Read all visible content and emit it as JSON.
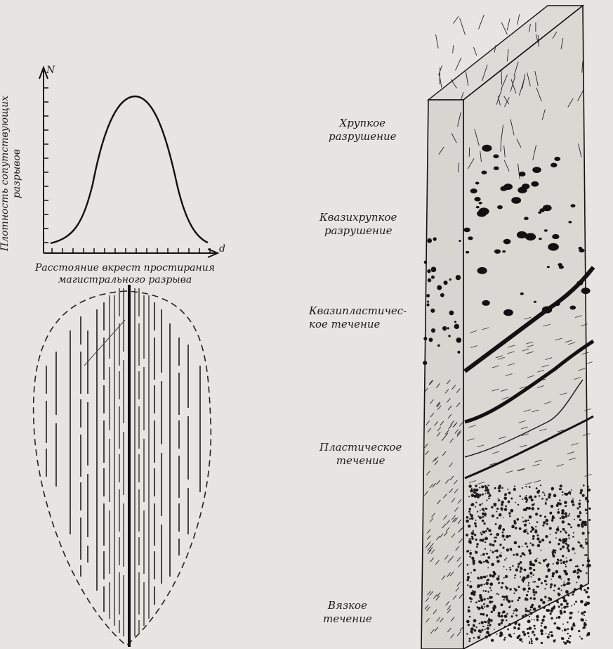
{
  "density_chart": {
    "y_axis_symbol": "N",
    "x_axis_symbol": "d",
    "y_label": [
      "Плотность сопутствующих",
      "разрывов"
    ],
    "x_label": [
      "Расстояние вкрест простирания",
      "магистрального разрыва"
    ]
  },
  "zones": [
    [
      "Хрупкое",
      "разрушение"
    ],
    [
      "Квазихрупкое",
      "разрушение"
    ],
    [
      "Квазипластичес-",
      "кое течение"
    ],
    [
      "Пластическое",
      "течение"
    ],
    [
      "Вязкое",
      "течение"
    ]
  ]
}
